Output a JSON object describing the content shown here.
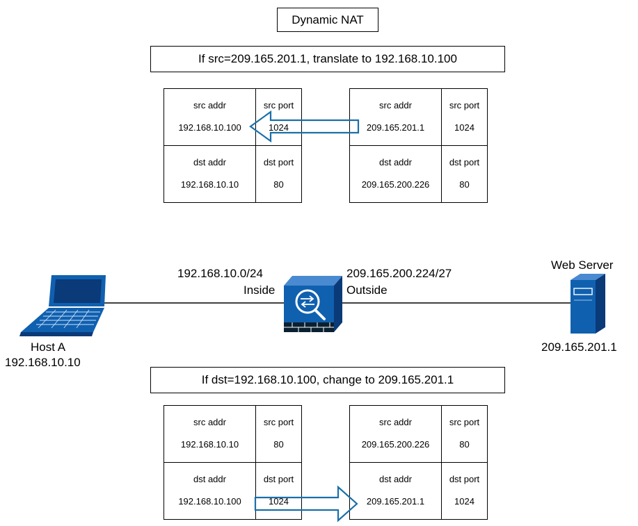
{
  "title": "Dynamic NAT",
  "top_rule": "If src=209.165.201.1, translate to 192.168.10.100",
  "bottom_rule": "If dst=192.168.10.100, change to 209.165.201.1",
  "headers": {
    "src_addr": "src addr",
    "src_port": "src port",
    "dst_addr": "dst addr",
    "dst_port": "dst port"
  },
  "tables": {
    "top_left": {
      "src_addr": "192.168.10.100",
      "src_port": "1024",
      "dst_addr": "192.168.10.10",
      "dst_port": "80"
    },
    "top_right": {
      "src_addr": "209.165.201.1",
      "src_port": "1024",
      "dst_addr": "209.165.200.226",
      "dst_port": "80"
    },
    "bottom_left": {
      "src_addr": "192.168.10.10",
      "src_port": "80",
      "dst_addr": "192.168.10.100",
      "dst_port": "1024"
    },
    "bottom_right": {
      "src_addr": "209.165.200.226",
      "src_port": "80",
      "dst_addr": "209.165.201.1",
      "dst_port": "1024"
    }
  },
  "network": {
    "inside_subnet": "192.168.10.0/24",
    "inside_label": "Inside",
    "outside_subnet": "209.165.200.224/27",
    "outside_label": "Outside",
    "host_name": "Host A",
    "host_ip": "192.168.10.10",
    "server_name": "Web Server",
    "server_ip": "209.165.201.1"
  },
  "colors": {
    "arrow": "#1a6fa8",
    "device_blue": "#1060b0",
    "device_dark": "#0a3a78"
  }
}
